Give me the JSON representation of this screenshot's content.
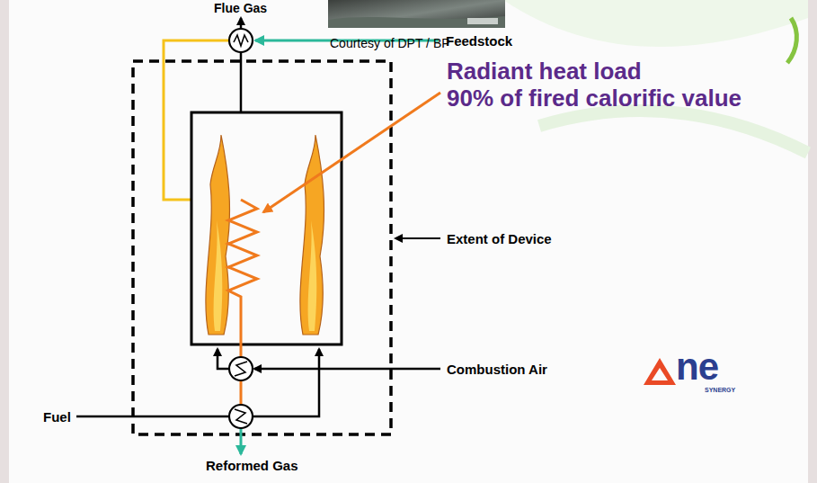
{
  "diagram": {
    "labels": [
      "Flue Gas",
      "Courtesy of DPT / BP",
      "Feedstock",
      "Radiant heat load 90% of fired calorific value",
      "Extent of Device",
      "Combustion Air",
      "Fuel",
      "Reformed Gas",
      "ne",
      "SYNERGY"
    ]
  }
}
